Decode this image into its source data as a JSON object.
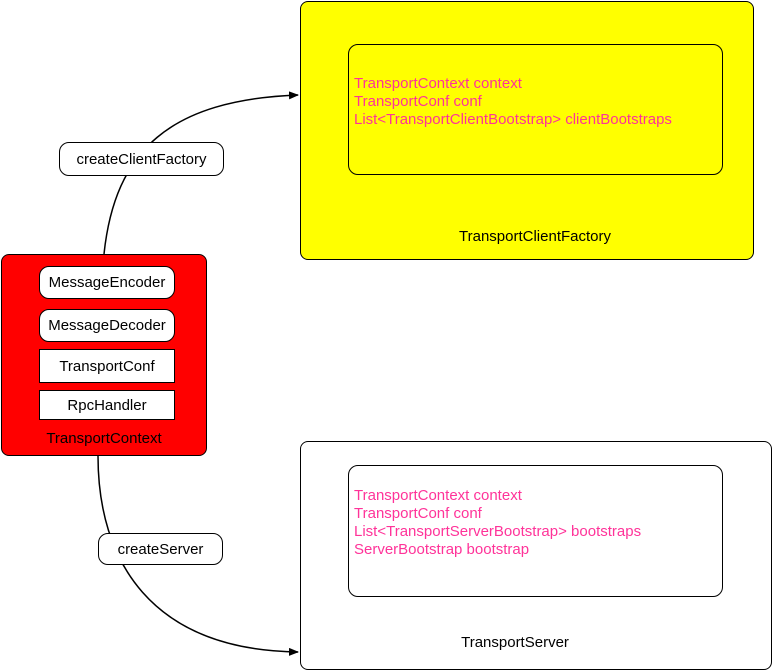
{
  "colors": {
    "context_fill": "#ff0000",
    "factory_fill": "#ffff00",
    "field_text": "#ff3399",
    "server_fill": "#ffffff",
    "stroke": "#000000"
  },
  "transport_context": {
    "title": "TransportContext",
    "components": [
      "MessageEncoder",
      "MessageDecoder",
      "TransportConf",
      "RpcHandler"
    ]
  },
  "client_factory": {
    "title": "TransportClientFactory",
    "fields": [
      "TransportContext context",
      "TransportConf conf",
      "List<TransportClientBootstrap> clientBootstraps"
    ]
  },
  "server": {
    "title": "TransportServer",
    "fields": [
      "TransportContext context",
      "TransportConf conf",
      "List<TransportServerBootstrap> bootstraps",
      "ServerBootstrap bootstrap"
    ]
  },
  "edges": {
    "create_client_factory": "createClientFactory",
    "create_server": "createServer"
  }
}
